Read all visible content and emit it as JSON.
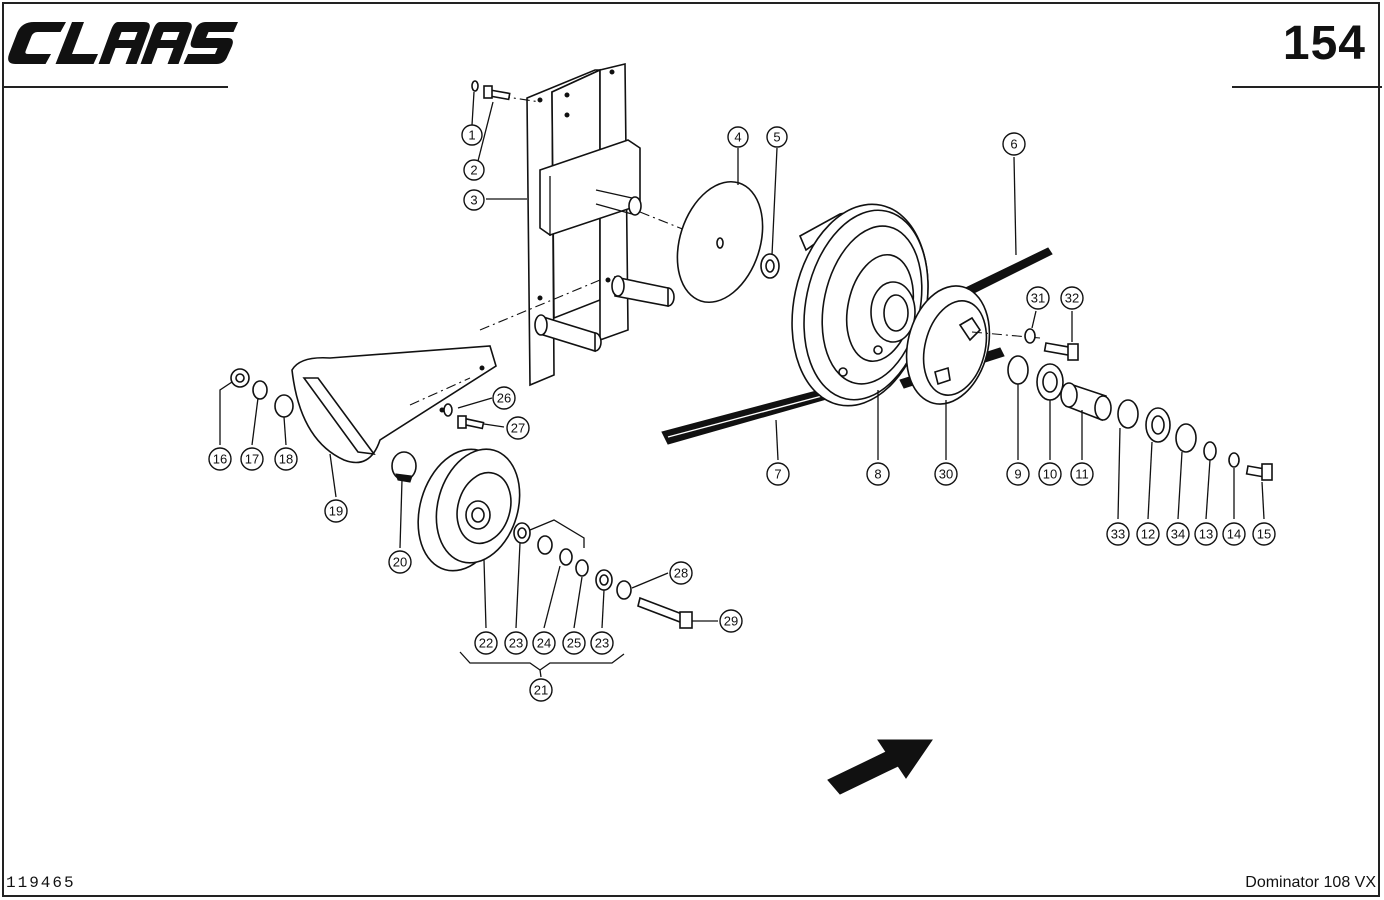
{
  "header": {
    "brand": "CLAAS",
    "page_number": "154"
  },
  "footer": {
    "drawing_number": "119465",
    "model": "Dominator 108 VX"
  },
  "callouts": {
    "c1": "1",
    "c2": "2",
    "c3": "3",
    "c4": "4",
    "c5": "5",
    "c6": "6",
    "c7": "7",
    "c8": "8",
    "c9": "9",
    "c10": "10",
    "c11": "11",
    "c12": "12",
    "c13": "13",
    "c14": "14",
    "c15": "15",
    "c16": "16",
    "c17": "17",
    "c18": "18",
    "c19": "19",
    "c20": "20",
    "c21": "21",
    "c22": "22",
    "c23a": "23",
    "c23b": "23",
    "c24": "24",
    "c25": "25",
    "c26": "26",
    "c27": "27",
    "c28": "28",
    "c29": "29",
    "c30": "30",
    "c31": "31",
    "c32": "32",
    "c33": "33",
    "c34": "34"
  }
}
